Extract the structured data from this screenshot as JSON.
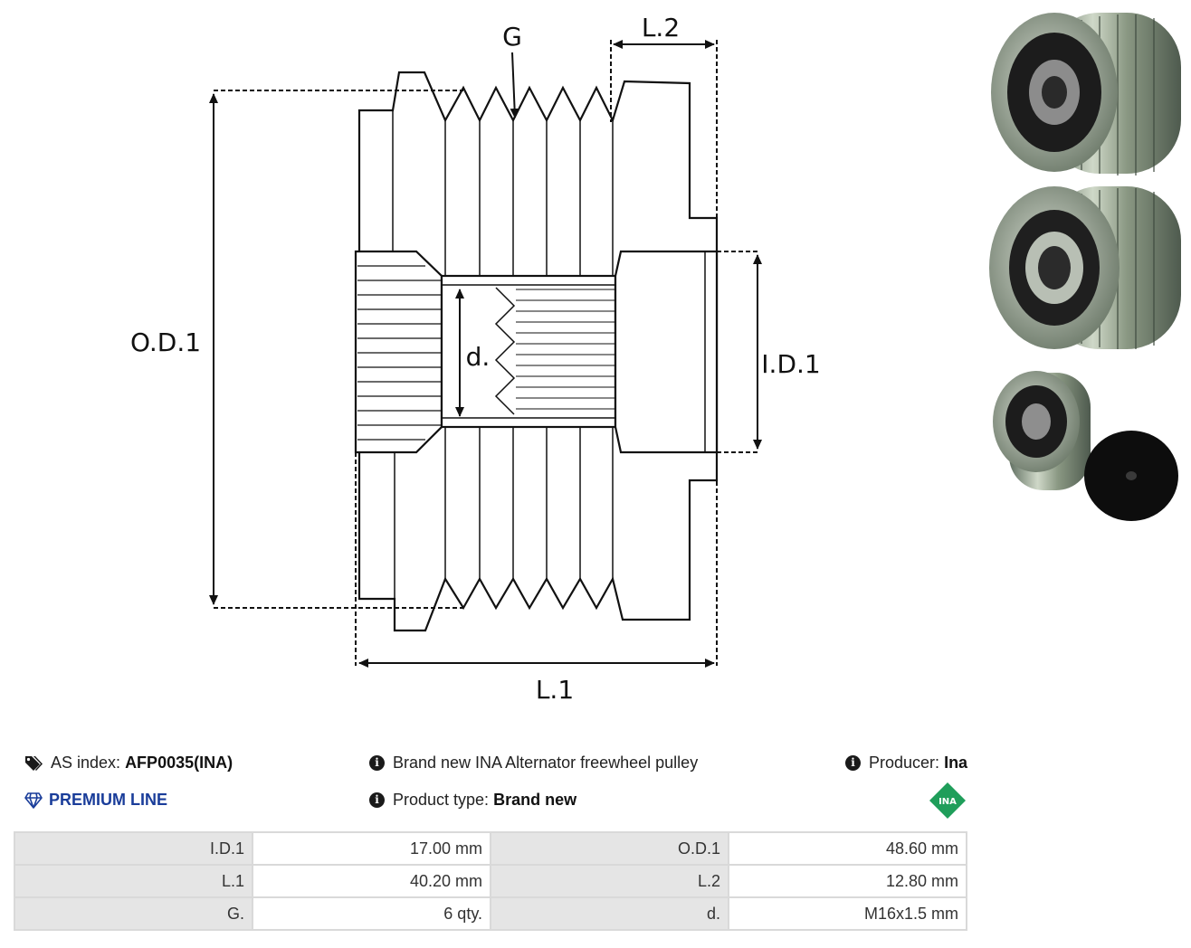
{
  "diagram": {
    "labels": {
      "g": "G",
      "l2": "L.2",
      "od1": "O.D.1",
      "d": "d.",
      "id1": "I.D.1",
      "l1": "L.1"
    }
  },
  "info": {
    "as_index_label": "AS index:",
    "as_index_value": "AFP0035(INA)",
    "premium": "PREMIUM LINE",
    "description": "Brand new INA Alternator freewheel pulley",
    "product_type_label": "Product type:",
    "product_type_value": "Brand new",
    "producer_label": "Producer:",
    "producer_value": "Ina",
    "logo_text": "INA"
  },
  "specs": [
    {
      "label1": "I.D.1",
      "value1": "17.00 mm",
      "label2": "O.D.1",
      "value2": "48.60 mm"
    },
    {
      "label1": "L.1",
      "value1": "40.20 mm",
      "label2": "L.2",
      "value2": "12.80 mm"
    },
    {
      "label1": "G.",
      "value1": "6 qty.",
      "label2": "d.",
      "value2": "M16x1.5 mm"
    }
  ],
  "colors": {
    "premium": "#1a3d9a",
    "logo_green": "#1f9e5a",
    "table_label_bg": "#e5e5e5",
    "table_border": "#d9d9d9"
  }
}
